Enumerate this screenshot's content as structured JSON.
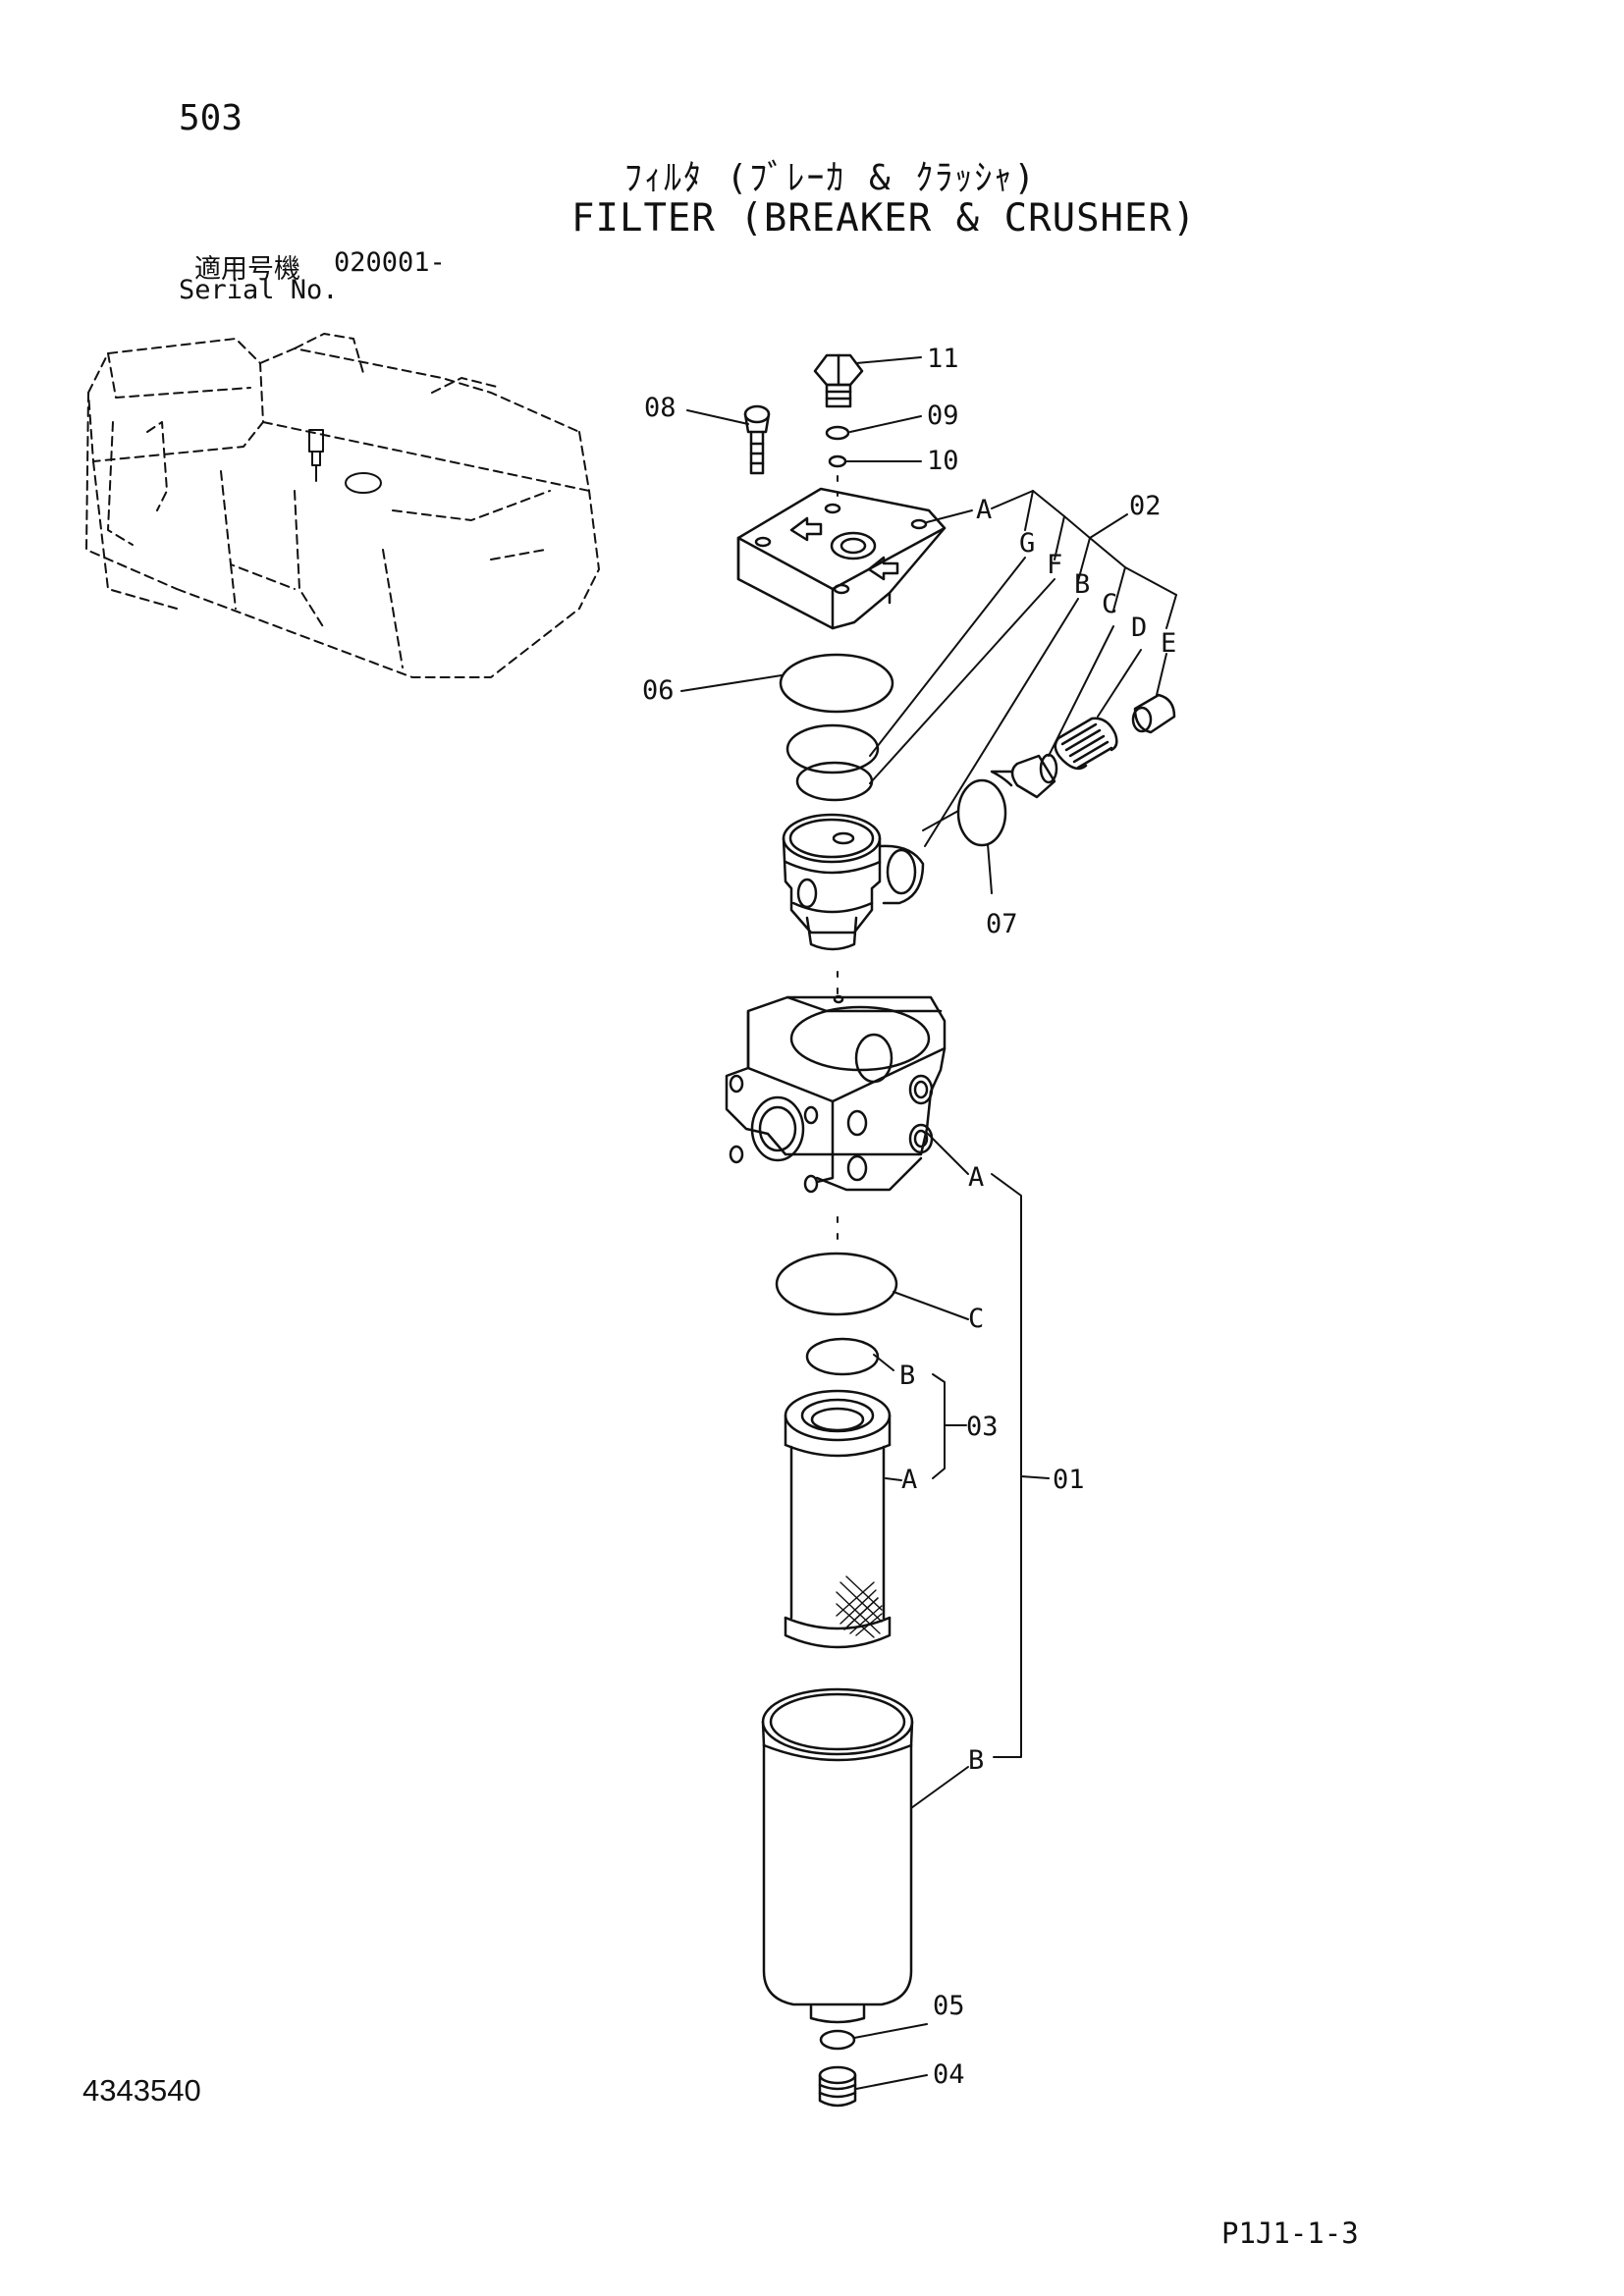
{
  "header": {
    "page_number": "503",
    "title_jp": "ﾌｨﾙﾀ (ﾌﾞﾚｰｶ & ｸﾗｯｼｬ)",
    "title_en": "FILTER (BREAKER & CRUSHER)",
    "serial_label_jp": "適用号機",
    "serial_value": "020001-",
    "serial_label_en": "Serial No."
  },
  "callouts": {
    "p01": "01",
    "p02": "02",
    "p03": "03",
    "p04": "04",
    "p05": "05",
    "p06": "06",
    "p07": "07",
    "p08": "08",
    "p09": "09",
    "p10": "10",
    "p11": "11",
    "A": "A",
    "B": "B",
    "C": "C",
    "D": "D",
    "E": "E",
    "F": "F",
    "G": "G"
  },
  "footer": {
    "doc_number": "4343540",
    "page_code": "P1J1-1-3"
  },
  "colors": {
    "line": "#111111",
    "paper": "#ffffff"
  }
}
